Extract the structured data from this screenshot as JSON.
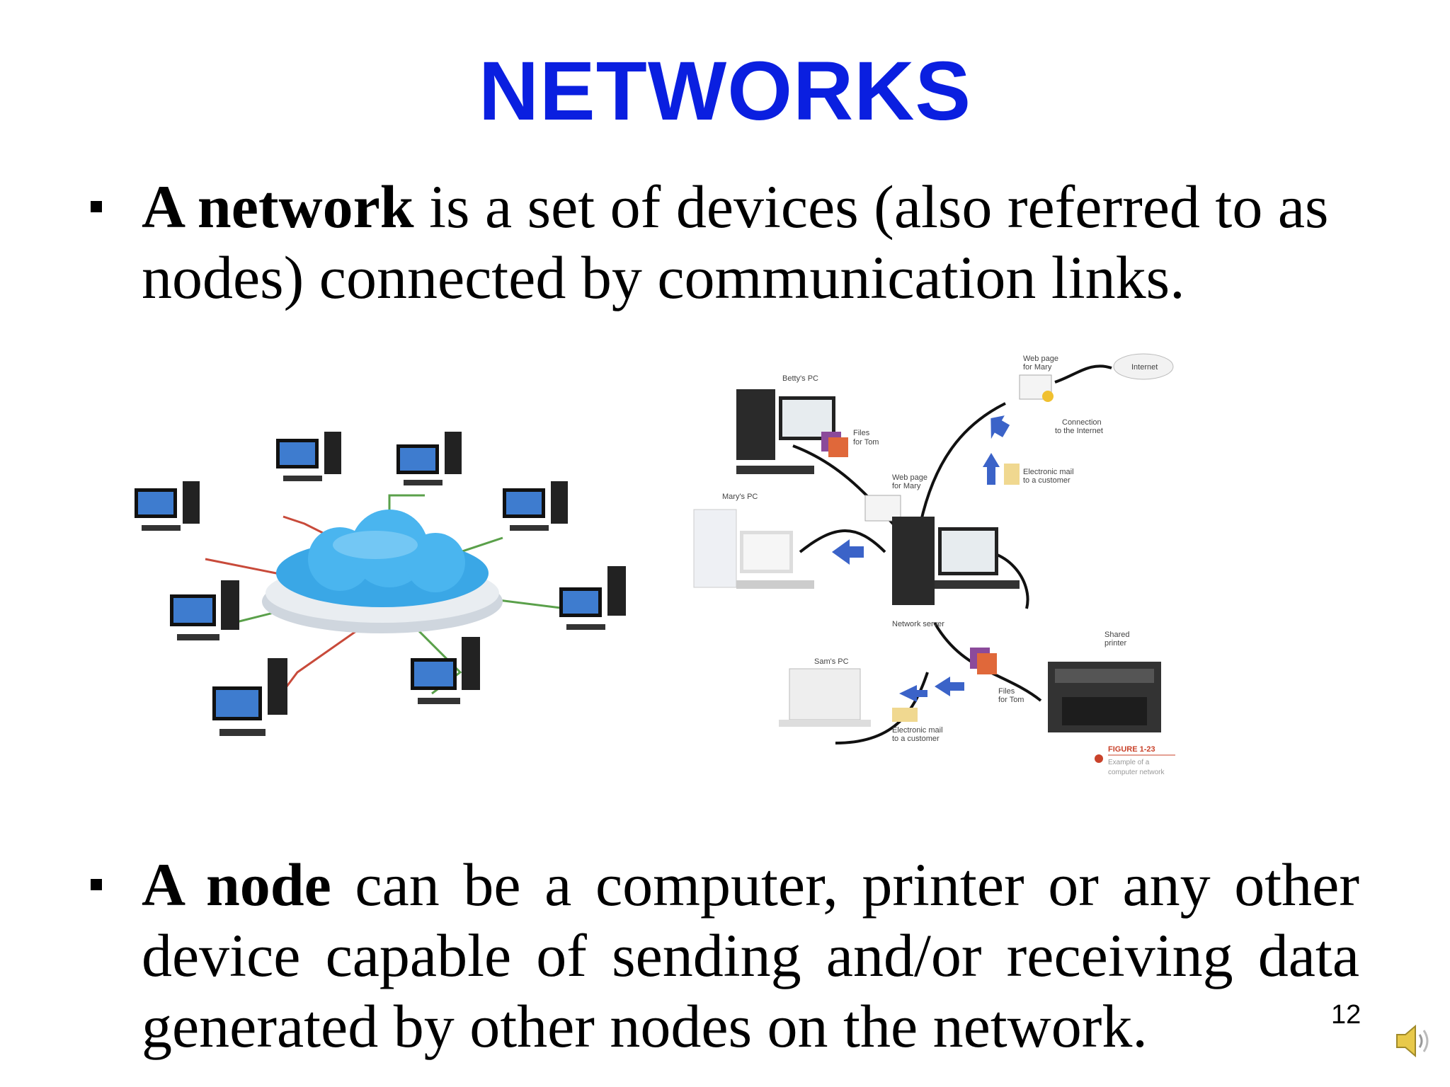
{
  "slide": {
    "title": "NETWORKS",
    "page_number": "12"
  },
  "bullets": [
    {
      "term": "A network",
      "text": " is a set of devices (also referred to as nodes) connected by communication links."
    },
    {
      "term": "A node",
      "text": " can be a computer, printer or any other device capable of sending and/or receiving data generated by other nodes on the network."
    }
  ],
  "figure_right": {
    "labels": {
      "bettys_pc": "Betty's PC",
      "marys_pc": "Mary's PC",
      "sams_pc": "Sam's PC",
      "network_server": "Network server",
      "shared_printer_1": "Shared",
      "shared_printer_2": "printer",
      "files_for_tom_1a": "Files",
      "files_for_tom_1b": "for Tom",
      "files_for_tom_2a": "Files",
      "files_for_tom_2b": "for Tom",
      "web_page_mary_1a": "Web page",
      "web_page_mary_1b": "for Mary",
      "web_page_mary_2a": "Web page",
      "web_page_mary_2b": "for Mary",
      "internet": "Internet",
      "connection_1": "Connection",
      "connection_2": "to the Internet",
      "email_1a": "Electronic mail",
      "email_1b": "to a customer",
      "email_2a": "Electronic mail",
      "email_2b": "to a customer",
      "figure_caption": "FIGURE 1-23",
      "figure_sub_1": "Example of a",
      "figure_sub_2": "computer network"
    }
  },
  "colors": {
    "title": "#0a1fe0",
    "cloud": "#3aa7e6",
    "arrow": "#3b63c8"
  },
  "icons": [
    "bullet-square-icon",
    "speaker-icon"
  ]
}
